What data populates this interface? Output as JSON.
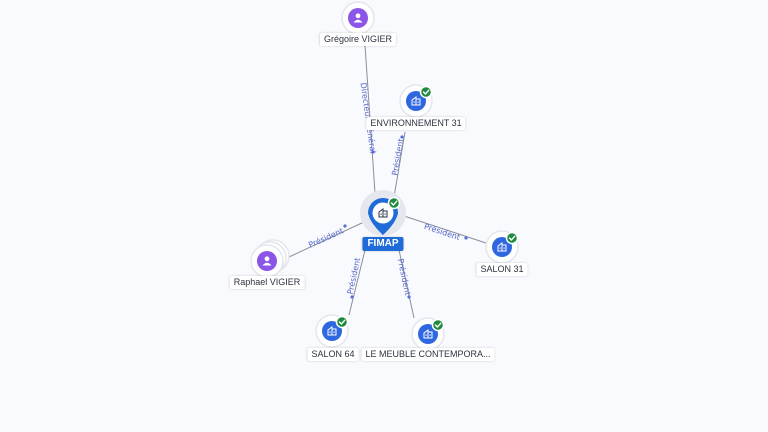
{
  "graph": {
    "center": {
      "label": "FIMAP",
      "icon": "company-icon",
      "verified": true
    },
    "nodes": [
      {
        "label": "Grégoire VIGIER",
        "icon": "person-icon",
        "verified": false
      },
      {
        "label": "ENVIRONNEMENT 31",
        "icon": "company-icon",
        "verified": true
      },
      {
        "label": "SALON 31",
        "icon": "company-icon",
        "verified": true
      },
      {
        "label": "LE MEUBLE CONTEMPORA...",
        "icon": "company-icon",
        "verified": true
      },
      {
        "label": "SALON 64",
        "icon": "company-icon",
        "verified": true
      },
      {
        "label": "Raphael VIGIER",
        "icon": "person-icon",
        "verified": false
      }
    ],
    "edges": [
      {
        "label": "Directeur Général"
      },
      {
        "label": "Président"
      },
      {
        "label": "Président"
      },
      {
        "label": "Président"
      },
      {
        "label": "Président"
      },
      {
        "label": "Président"
      }
    ]
  },
  "colors": {
    "company": "#2f67e0",
    "person": "#8b55e8",
    "verified": "#1f8a3e",
    "center_label": "#1f6bd8",
    "edge_label": "#5566cc"
  }
}
